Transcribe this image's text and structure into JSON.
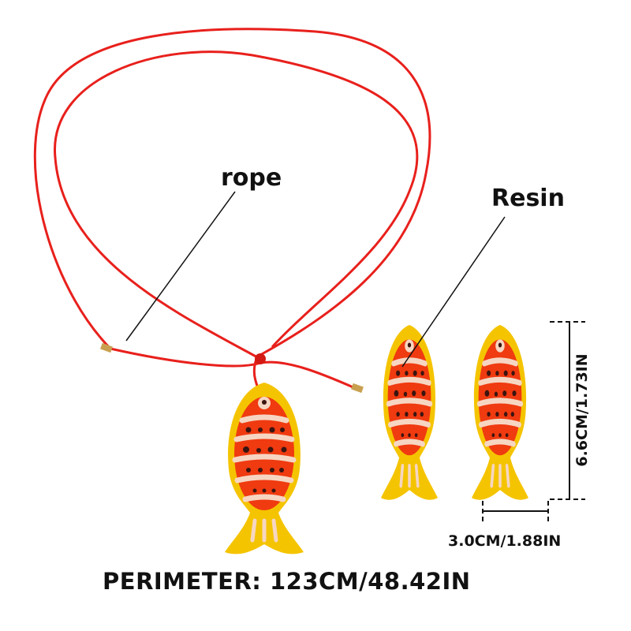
{
  "labels": {
    "rope": "rope",
    "resin": "Resin",
    "perimeter": "PERIMETER:  123CM/48.42IN",
    "width": "3.0CM/1.88IN",
    "height": "6.6CM/1.73IN"
  },
  "colors": {
    "rope": "#e8201c",
    "fish_body": "#f5c400",
    "fish_inner": "#f03a10",
    "stripe": "#f6d6c2",
    "dot": "#3a1410"
  }
}
